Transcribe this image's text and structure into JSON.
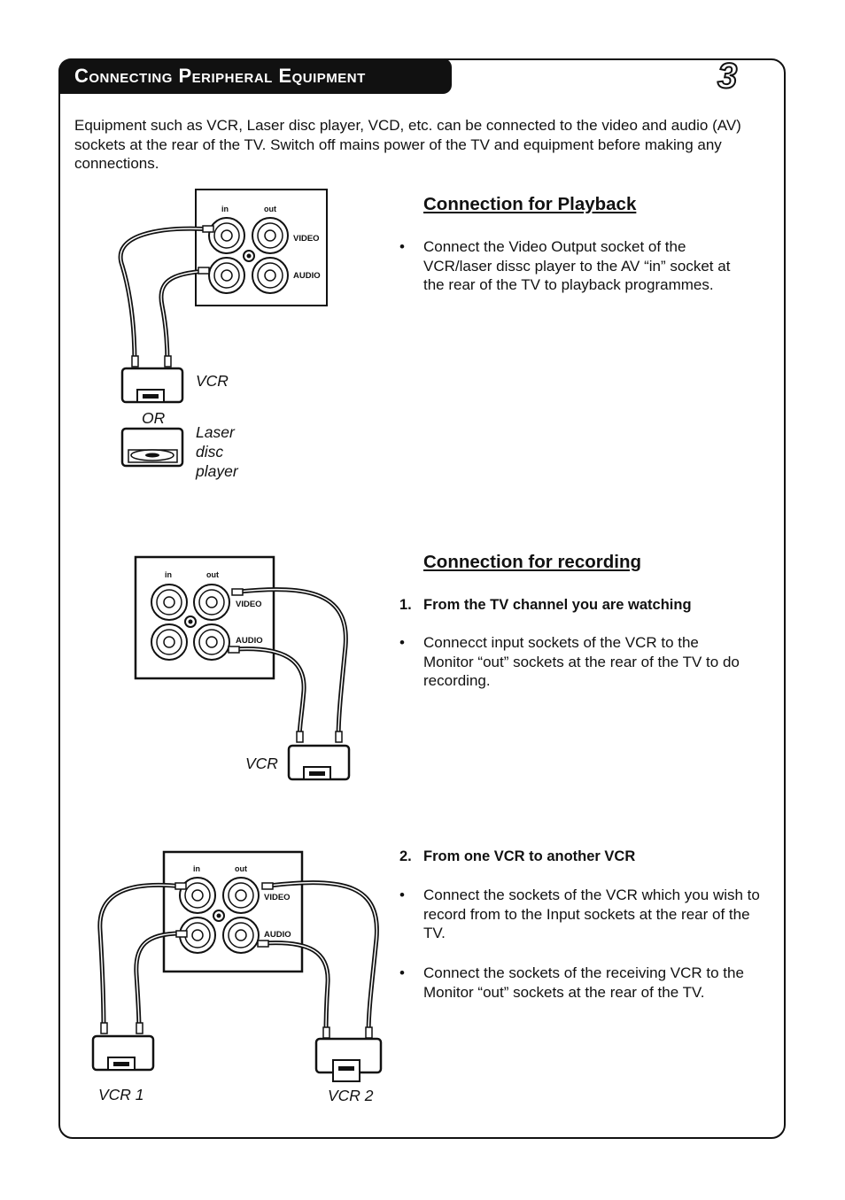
{
  "header": {
    "title": "Connecting Peripheral Equipment",
    "page_number": "3"
  },
  "intro": "Equipment such as VCR, Laser disc player, VCD, etc. can be connected to the video and audio (AV) sockets at the rear of the TV. Switch off mains power of the TV and equipment before making any connections.",
  "playback": {
    "heading": "Connection for Playback",
    "bullet": "Connect the Video Output socket of the VCR/laser dissc player to the AV “in” socket at the rear of the TV to playback programmes.",
    "labels": {
      "vcr": "VCR",
      "or": "OR",
      "laser": "Laser\ndisc\nplayer"
    }
  },
  "recording": {
    "heading": "Connection for recording",
    "step1_num": "1.",
    "step1_title": "From the TV channel you are watching",
    "step1_bullet": "Connecct input sockets of the VCR to the Monitor “out” sockets at the rear of the TV to do recording.",
    "vcr_label": "VCR",
    "step2_num": "2.",
    "step2_title": "From one VCR to another VCR",
    "step2_bullet1": "Connect the sockets of the VCR which you wish to record from to the Input sockets at the rear of the TV.",
    "step2_bullet2": "Connect the sockets of the receiving VCR to the Monitor “out” sockets  at the rear of the TV.",
    "vcr1_label": "VCR 1",
    "vcr2_label": "VCR 2"
  },
  "panel": {
    "in": "in",
    "out": "out",
    "video": "VIDEO",
    "audio": "AUDIO"
  },
  "bullet_char": "•"
}
